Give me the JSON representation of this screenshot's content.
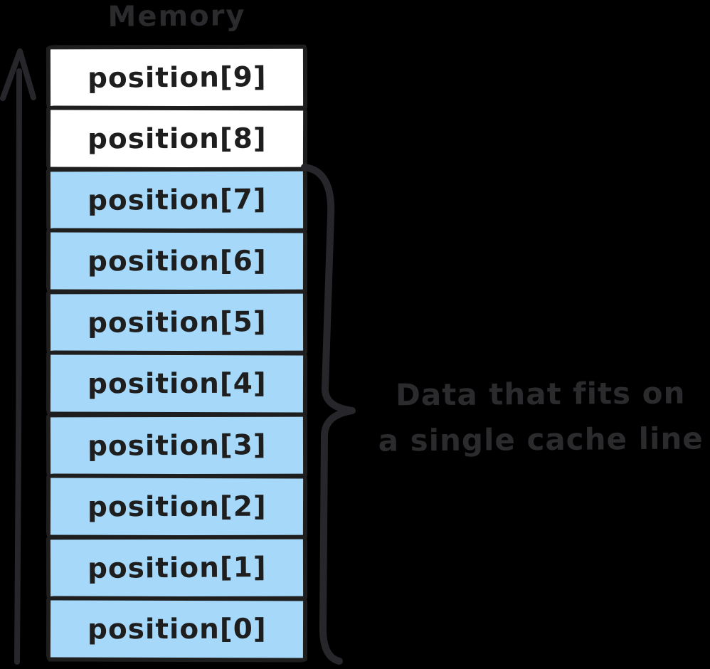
{
  "diagram": {
    "title": "Memory",
    "cells": [
      {
        "label": "position[9]",
        "in_cache_line": false
      },
      {
        "label": "position[8]",
        "in_cache_line": false
      },
      {
        "label": "position[7]",
        "in_cache_line": true
      },
      {
        "label": "position[6]",
        "in_cache_line": true
      },
      {
        "label": "position[5]",
        "in_cache_line": true
      },
      {
        "label": "position[4]",
        "in_cache_line": true
      },
      {
        "label": "position[3]",
        "in_cache_line": true
      },
      {
        "label": "position[2]",
        "in_cache_line": true
      },
      {
        "label": "position[1]",
        "in_cache_line": true
      },
      {
        "label": "position[0]",
        "in_cache_line": true
      }
    ],
    "annotation": [
      "Data that fits on",
      "a single cache line"
    ]
  },
  "icons": {
    "memory_direction": "up-arrow",
    "cache_line_span": "curly-brace"
  },
  "colors": {
    "background": "#000000",
    "cache_line_fill": "#a6d8fa",
    "non_cache_fill": "#ffffff",
    "cell_border": "#1e1e1e",
    "ink": "#2b2b2e"
  }
}
